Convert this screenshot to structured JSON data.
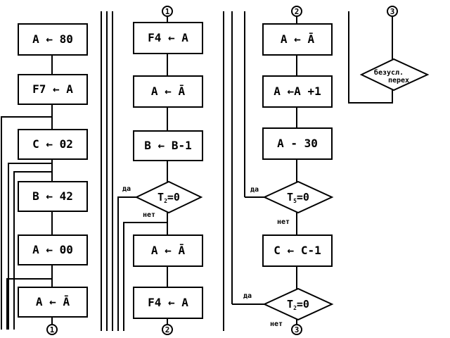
{
  "blocks": {
    "c1_1": "A ← 80",
    "c1_2": "F7 ← A",
    "c1_3": "C ← 02",
    "c1_4": "B ← 42",
    "c1_5": "A ← 00",
    "c1_6": "A ← Ā",
    "c2_1": "F4 ← A",
    "c2_2": "A ← Ā",
    "c2_3": "B ← B-1",
    "c2_5": "A ← Ā",
    "c2_6": "F4 ← A",
    "c3_1": "A ← Ā",
    "c3_2": "A ←A +1",
    "c3_3": "A - 30",
    "c3_5": "C ← C-1"
  },
  "decisions": {
    "d2": {
      "main": "T",
      "sub": "2",
      "tail": "=0"
    },
    "d3a": {
      "main": "T",
      "sub": "5",
      "tail": "=0"
    },
    "d3b": {
      "main": "T",
      "sub": "2",
      "tail": "=0"
    },
    "d4": {
      "line1": "безусл.",
      "line2": "перех"
    }
  },
  "labels": {
    "yes": "да",
    "no": "нет"
  },
  "connectors": {
    "one": "1",
    "two": "2",
    "three": "3"
  }
}
